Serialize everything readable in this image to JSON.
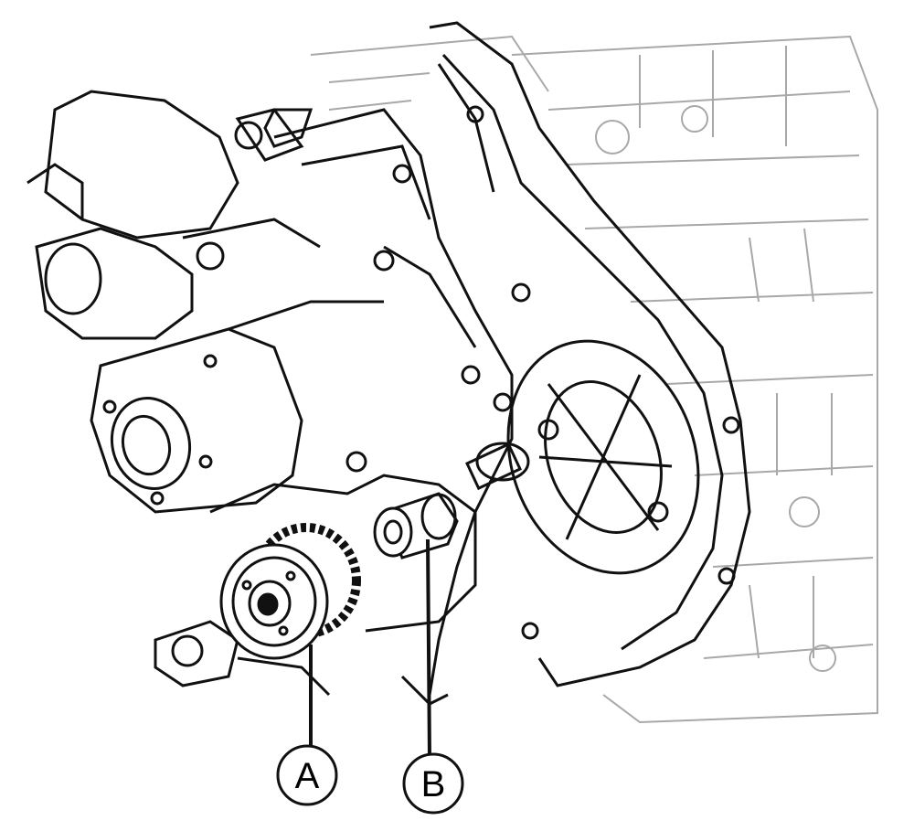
{
  "figure": {
    "description_items": [],
    "callouts": [
      {
        "id": "A",
        "label": "A"
      },
      {
        "id": "B",
        "label": "B"
      }
    ],
    "colors": {
      "ink": "#111111",
      "faint": "#9a9a9a",
      "background": "#ffffff"
    }
  }
}
